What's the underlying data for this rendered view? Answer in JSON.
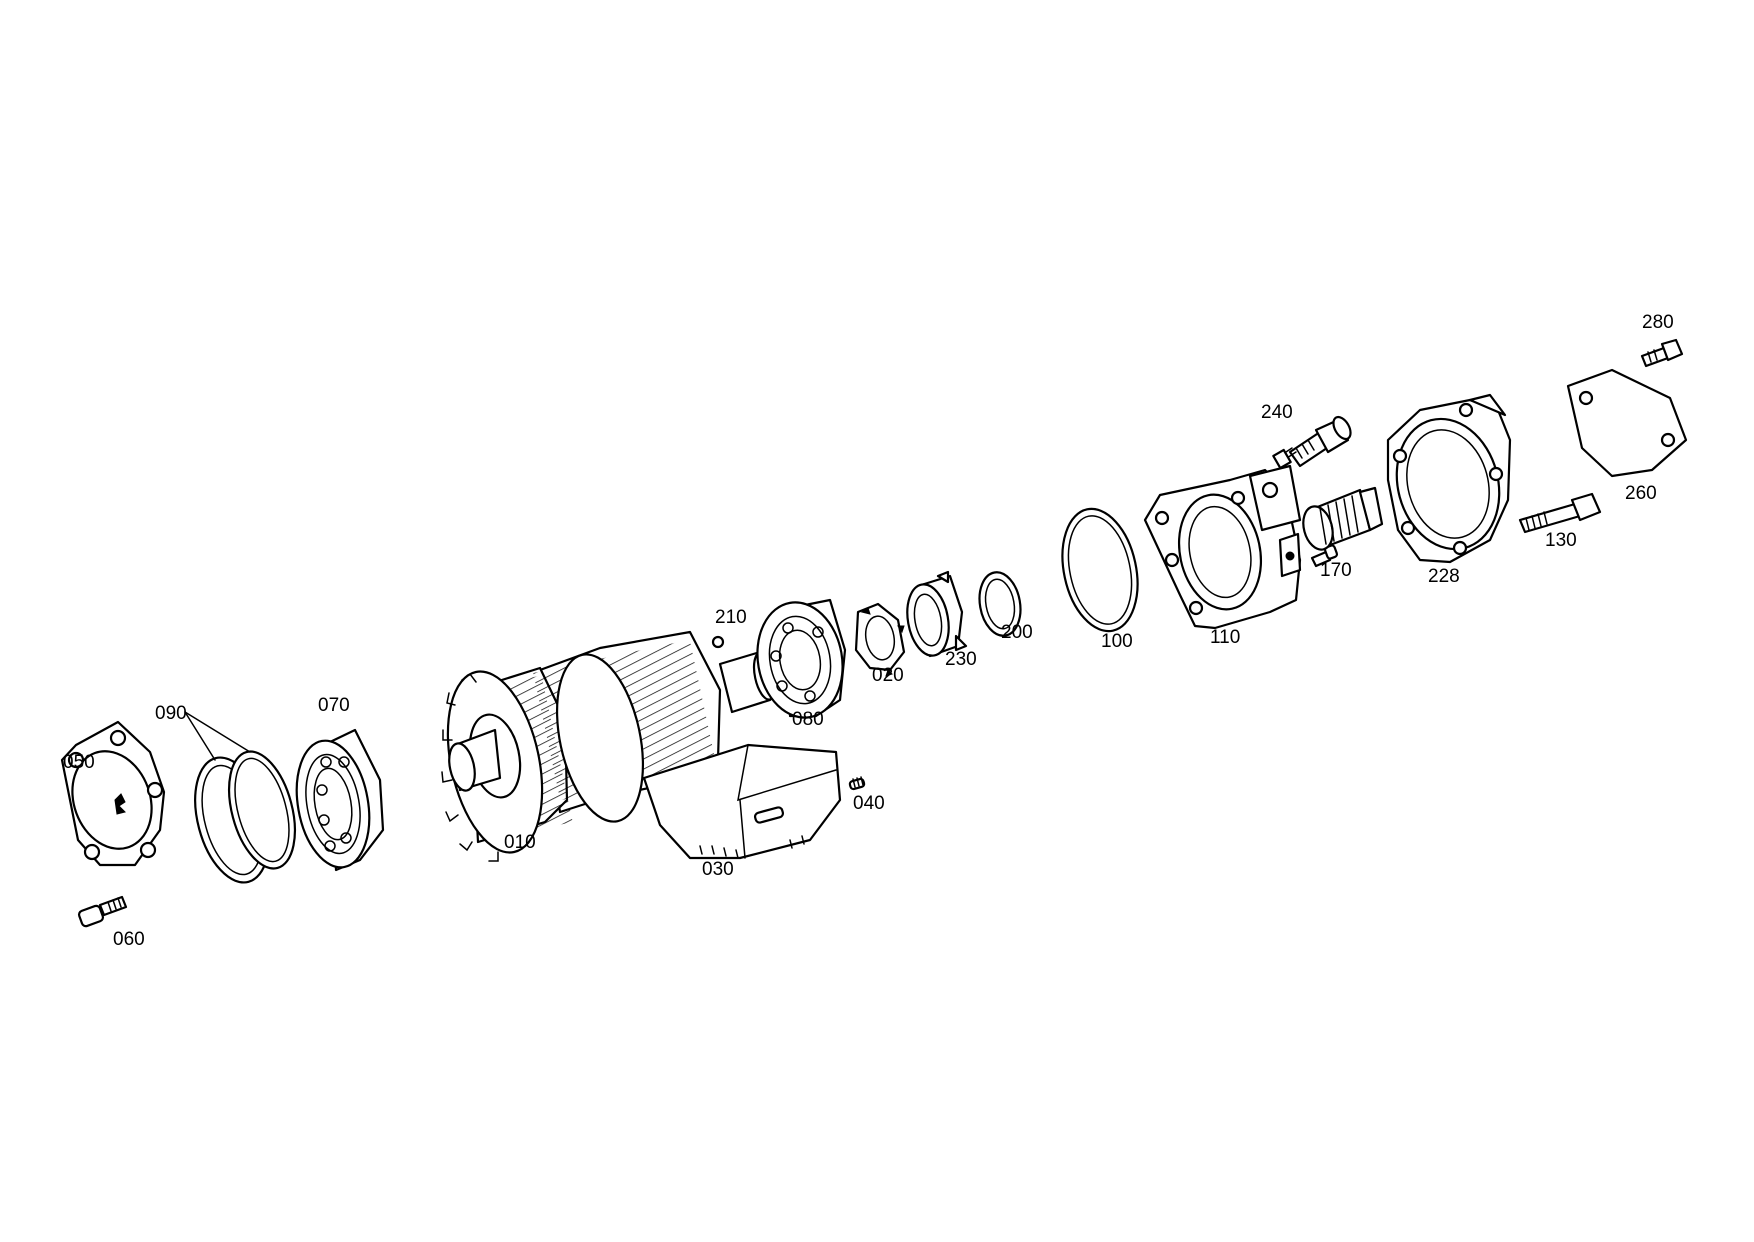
{
  "labels": {
    "p010": "010",
    "p020": "020",
    "p030": "030",
    "p040": "040",
    "p050": "050",
    "p060": "060",
    "p070": "070",
    "p080": "080",
    "p090": "090",
    "p100": "100",
    "p110": "110",
    "p130": "130",
    "p170": "170",
    "p200": "200",
    "p210": "210",
    "p228": "228",
    "p230": "230",
    "p240": "240",
    "p260": "260",
    "p280": "280"
  }
}
